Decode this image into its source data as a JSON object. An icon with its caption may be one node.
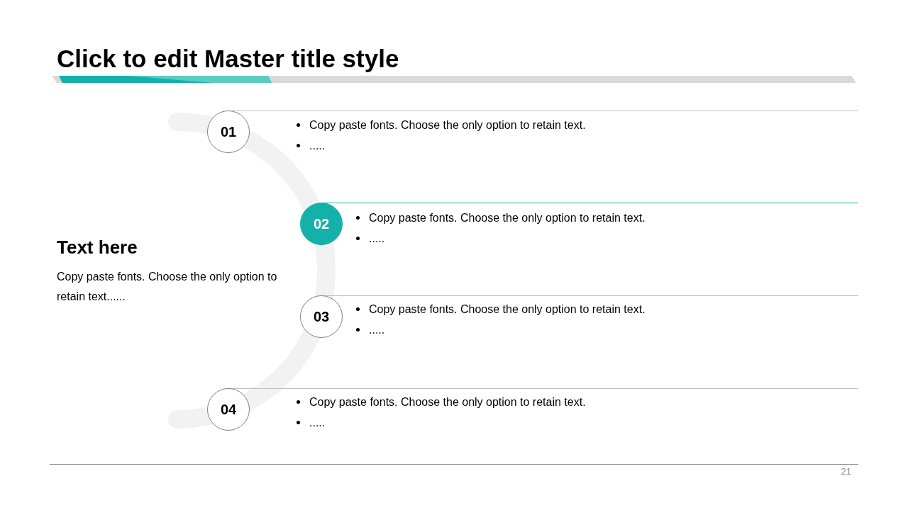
{
  "diagram": {
    "title": "Click to edit Master title style",
    "nodes": [
      {
        "text": [
          "01"
        ],
        "beside": [
          "Copy paste fonts. Choose the only option to retain text.",
          "....."
        ]
      },
      {
        "text": [
          "02"
        ],
        "beside": [
          "Copy paste fonts. Choose the only option to retain text.",
          "....."
        ]
      },
      {
        "text": [
          "03"
        ],
        "beside": [
          "Copy paste fonts. Choose the only option to retain text.",
          "....."
        ]
      },
      {
        "text": [
          "04"
        ],
        "beside": [
          "Copy paste fonts. Choose the only option to retain text.",
          "....."
        ]
      }
    ],
    "labels": [
      "Text here",
      "Copy paste fonts. Choose the only option to retain text......",
      "21"
    ]
  }
}
